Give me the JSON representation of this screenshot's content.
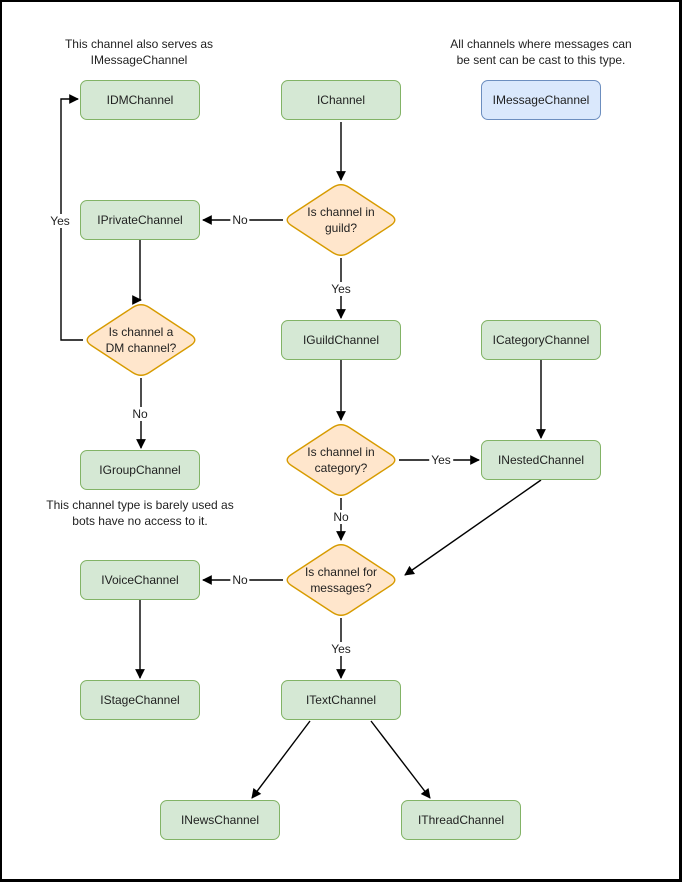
{
  "diagram": {
    "annotations": {
      "dm_note": {
        "line1": "This channel also serves as",
        "line2": "IMessageChannel"
      },
      "message_note": {
        "line1": "All channels where messages can",
        "line2": "be sent can be cast to this type."
      },
      "group_note": {
        "line1": "This channel type is barely used as",
        "line2": "bots have no access to it."
      }
    },
    "nodes": {
      "idm": {
        "label": "IDMChannel"
      },
      "ichannel": {
        "label": "IChannel"
      },
      "imessage": {
        "label": "IMessageChannel"
      },
      "iprivate": {
        "label": "IPrivateChannel"
      },
      "iguild": {
        "label": "IGuildChannel"
      },
      "icategory": {
        "label": "ICategoryChannel"
      },
      "inested": {
        "label": "INestedChannel"
      },
      "igroup": {
        "label": "IGroupChannel"
      },
      "ivoice": {
        "label": "IVoiceChannel"
      },
      "istage": {
        "label": "IStageChannel"
      },
      "itext": {
        "label": "ITextChannel"
      },
      "inews": {
        "label": "INewsChannel"
      },
      "ithread": {
        "label": "IThreadChannel"
      }
    },
    "decisions": {
      "in_guild": {
        "line1": "Is channel in",
        "line2": "guild?"
      },
      "is_dm": {
        "line1": "Is channel a",
        "line2": "DM channel?"
      },
      "in_category": {
        "line1": "Is channel in",
        "line2": "category?"
      },
      "for_messages": {
        "line1": "Is channel for",
        "line2": "messages?"
      }
    },
    "edge_labels": {
      "guild_no": "No",
      "guild_yes": "Yes",
      "dm_yes": "Yes",
      "dm_no": "No",
      "category_yes": "Yes",
      "category_no": "No",
      "messages_no": "No",
      "messages_yes": "Yes"
    },
    "colors": {
      "channel_node_fill": "#d5e8d4",
      "channel_node_border": "#82b366",
      "decision_fill": "#ffe6cc",
      "decision_border": "#d79b00",
      "message_node_fill": "#dae8fc",
      "message_node_border": "#6c8ebf",
      "edge_line": "#000000",
      "canvas_background": "#ffffff"
    }
  }
}
